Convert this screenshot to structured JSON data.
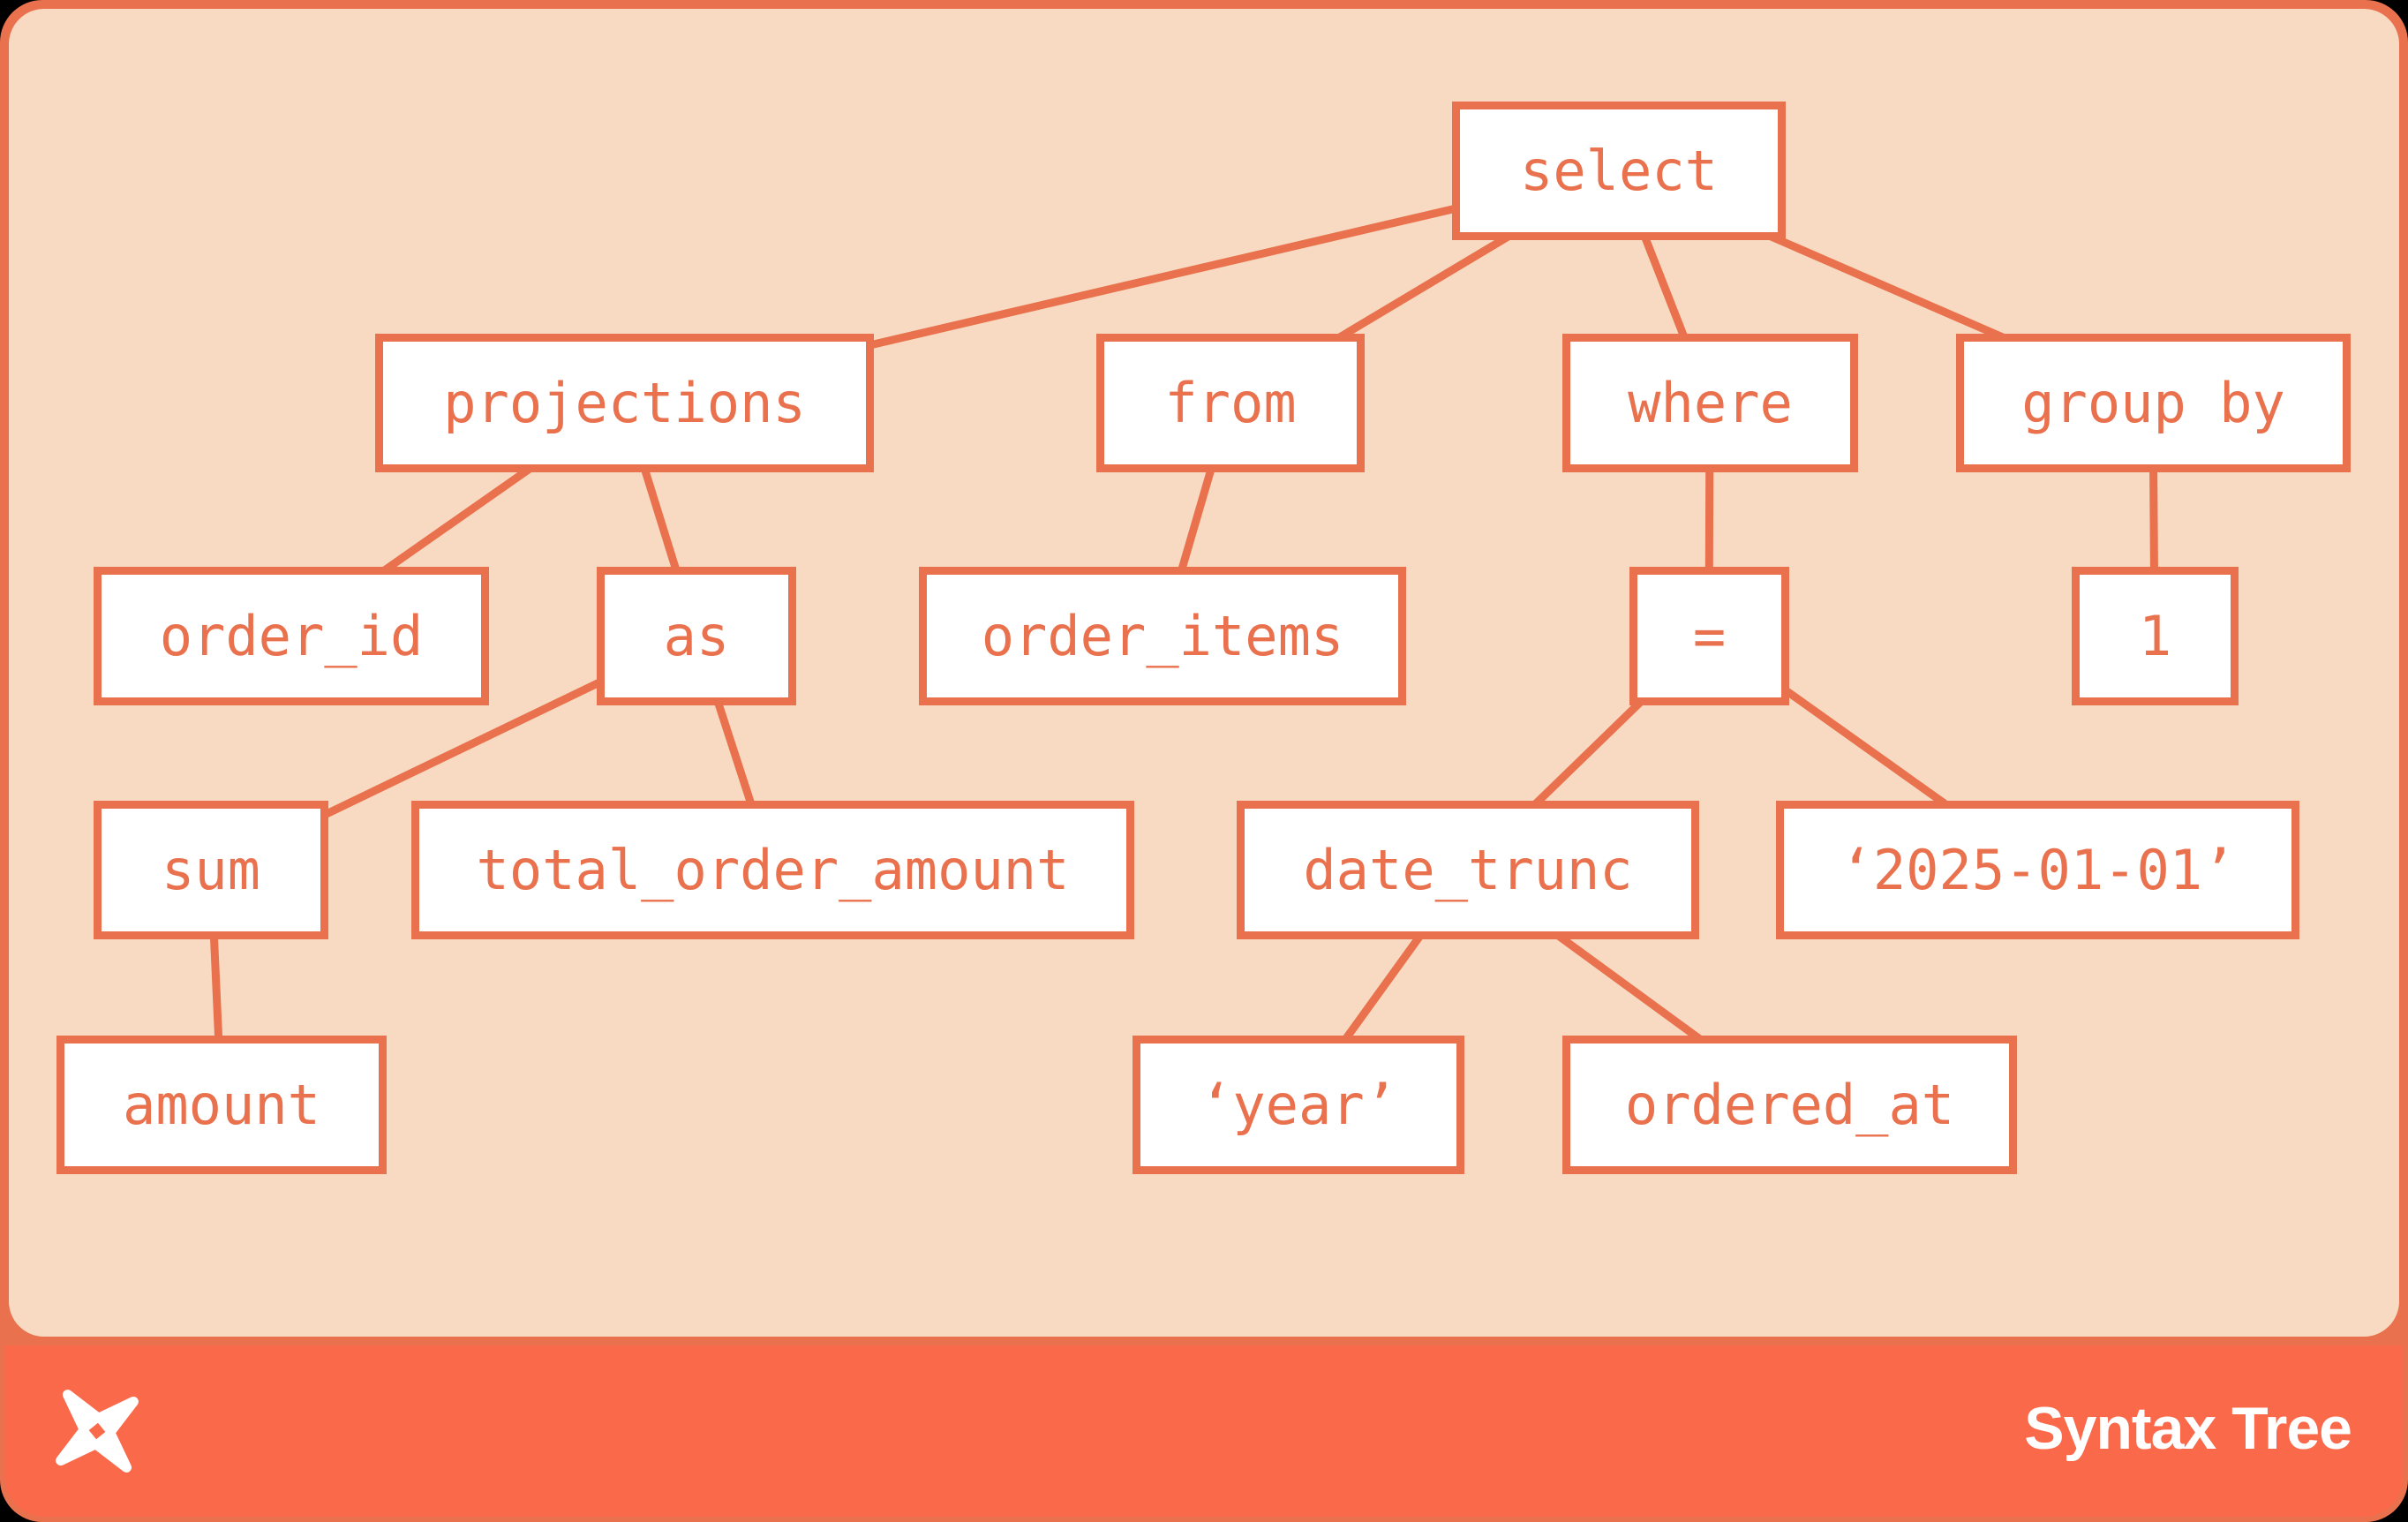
{
  "card": {
    "colors": {
      "accent": "#E9714D",
      "footer_orange": "#FA694A",
      "panel_peach": "#F8DAC2",
      "node_fill": "#FFFFFF",
      "brand_text": "#FFFFFF",
      "outside": "#000000"
    }
  },
  "diagram": {
    "nodes": [
      {
        "id": "select",
        "label": "select"
      },
      {
        "id": "projections",
        "label": "projections"
      },
      {
        "id": "from",
        "label": "from"
      },
      {
        "id": "where",
        "label": "where"
      },
      {
        "id": "group_by",
        "label": "group by"
      },
      {
        "id": "order_id",
        "label": "order_id"
      },
      {
        "id": "as",
        "label": "as"
      },
      {
        "id": "order_items",
        "label": "order_items"
      },
      {
        "id": "equals",
        "label": "="
      },
      {
        "id": "one",
        "label": "1"
      },
      {
        "id": "sum",
        "label": "sum"
      },
      {
        "id": "total_order_amount",
        "label": "total_order_amount"
      },
      {
        "id": "date_trunc",
        "label": "date_trunc"
      },
      {
        "id": "date_literal",
        "label": "‘2025-01-01’"
      },
      {
        "id": "amount",
        "label": "amount"
      },
      {
        "id": "year_literal",
        "label": "‘year’"
      },
      {
        "id": "ordered_at",
        "label": "ordered_at"
      }
    ],
    "edges": [
      [
        "select",
        "projections"
      ],
      [
        "select",
        "from"
      ],
      [
        "select",
        "where"
      ],
      [
        "select",
        "group_by"
      ],
      [
        "projections",
        "order_id"
      ],
      [
        "projections",
        "as"
      ],
      [
        "from",
        "order_items"
      ],
      [
        "where",
        "equals"
      ],
      [
        "group_by",
        "one"
      ],
      [
        "as",
        "sum"
      ],
      [
        "as",
        "total_order_amount"
      ],
      [
        "equals",
        "date_trunc"
      ],
      [
        "equals",
        "date_literal"
      ],
      [
        "sum",
        "amount"
      ],
      [
        "date_trunc",
        "year_literal"
      ],
      [
        "date_trunc",
        "ordered_at"
      ]
    ]
  },
  "footer": {
    "brand": "Syntax Tree",
    "logo": "dbt-pinwheel-logo"
  }
}
